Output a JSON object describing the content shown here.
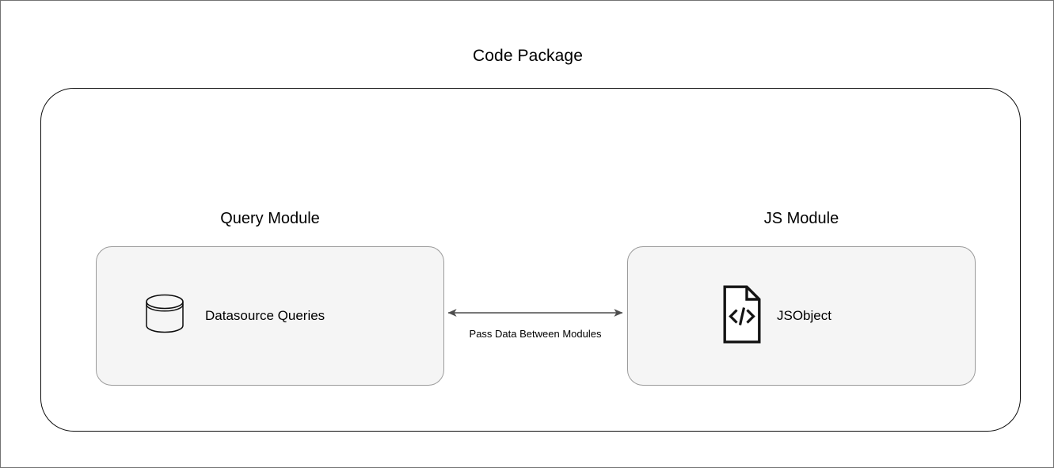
{
  "diagram": {
    "title": "Code Package",
    "modules": [
      {
        "id": "query-module",
        "label": "Query Module",
        "item_label": "Datasource Queries",
        "item_icon": "database-cylinder-icon",
        "card_fill": "#f5f5f5",
        "card_border": "#9b9b9b"
      },
      {
        "id": "js-module",
        "label": "JS Module",
        "item_label": "JSObject",
        "item_icon": "code-file-icon",
        "card_fill": "#f5f5f5",
        "card_border": "#9b9b9b"
      }
    ],
    "connector": {
      "label": "Pass Data Between Modules",
      "style": "double-headed-arrow",
      "color": "#4d4d4d"
    },
    "container": {
      "border_color": "#0d0d0d",
      "shape": "rounded-rectangle"
    },
    "page": {
      "background": "#ffffff",
      "border_color": "#737373"
    }
  }
}
